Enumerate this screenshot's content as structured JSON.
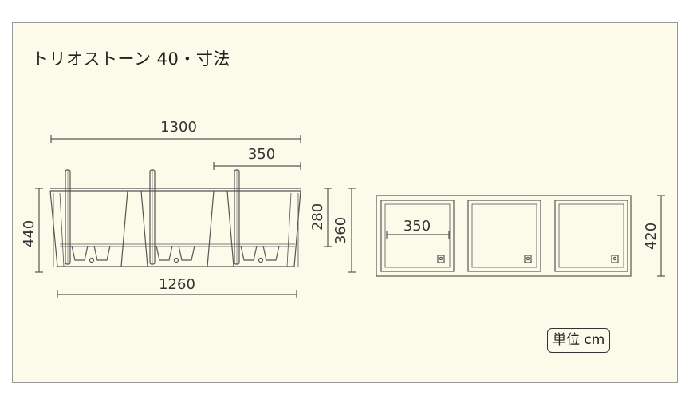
{
  "title": "トリオストーン 40・寸法",
  "unit_label": "単位 cm",
  "dimensions": {
    "top_width": "1300",
    "pocket_width_side": "350",
    "bottom_width": "1260",
    "height_total": "440",
    "height_inner": "280",
    "height_outer": "360",
    "pocket_width_plan": "350",
    "depth": "420"
  },
  "colors": {
    "panel_background": "#fcfbe9",
    "line": "#555555",
    "border": "#999999"
  }
}
